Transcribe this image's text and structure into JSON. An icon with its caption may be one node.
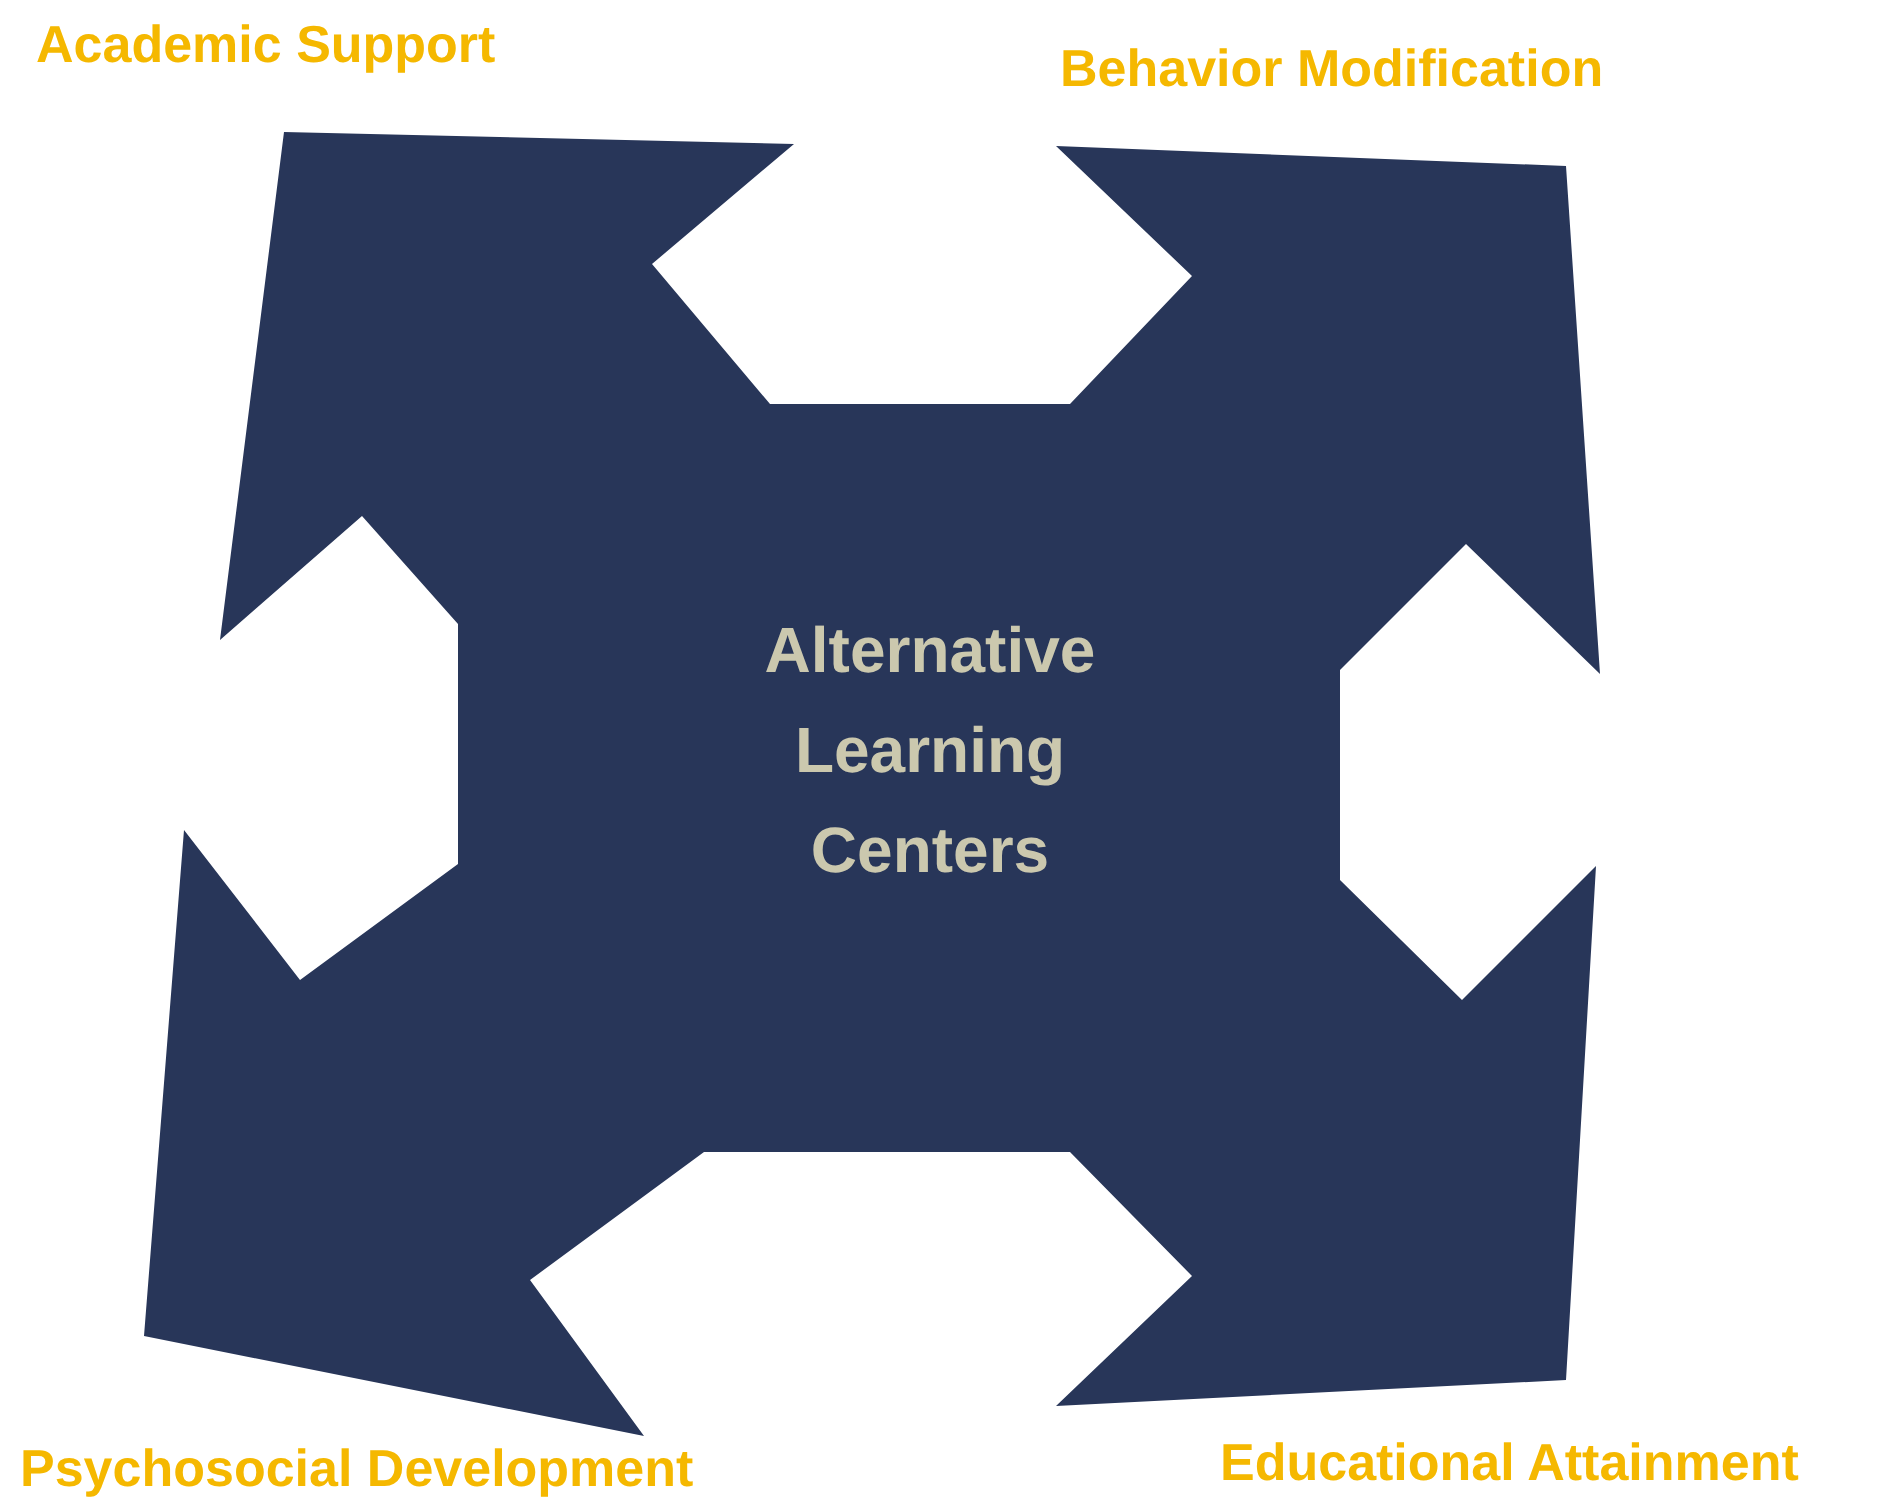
{
  "diagram": {
    "nodes": [
      {
        "text": [
          "Alternative Learning Centers"
        ]
      }
    ],
    "labels": [
      "Academic Support",
      "Behavior Modification",
      "Psychosocial Development",
      "Educational Attainment"
    ]
  }
}
